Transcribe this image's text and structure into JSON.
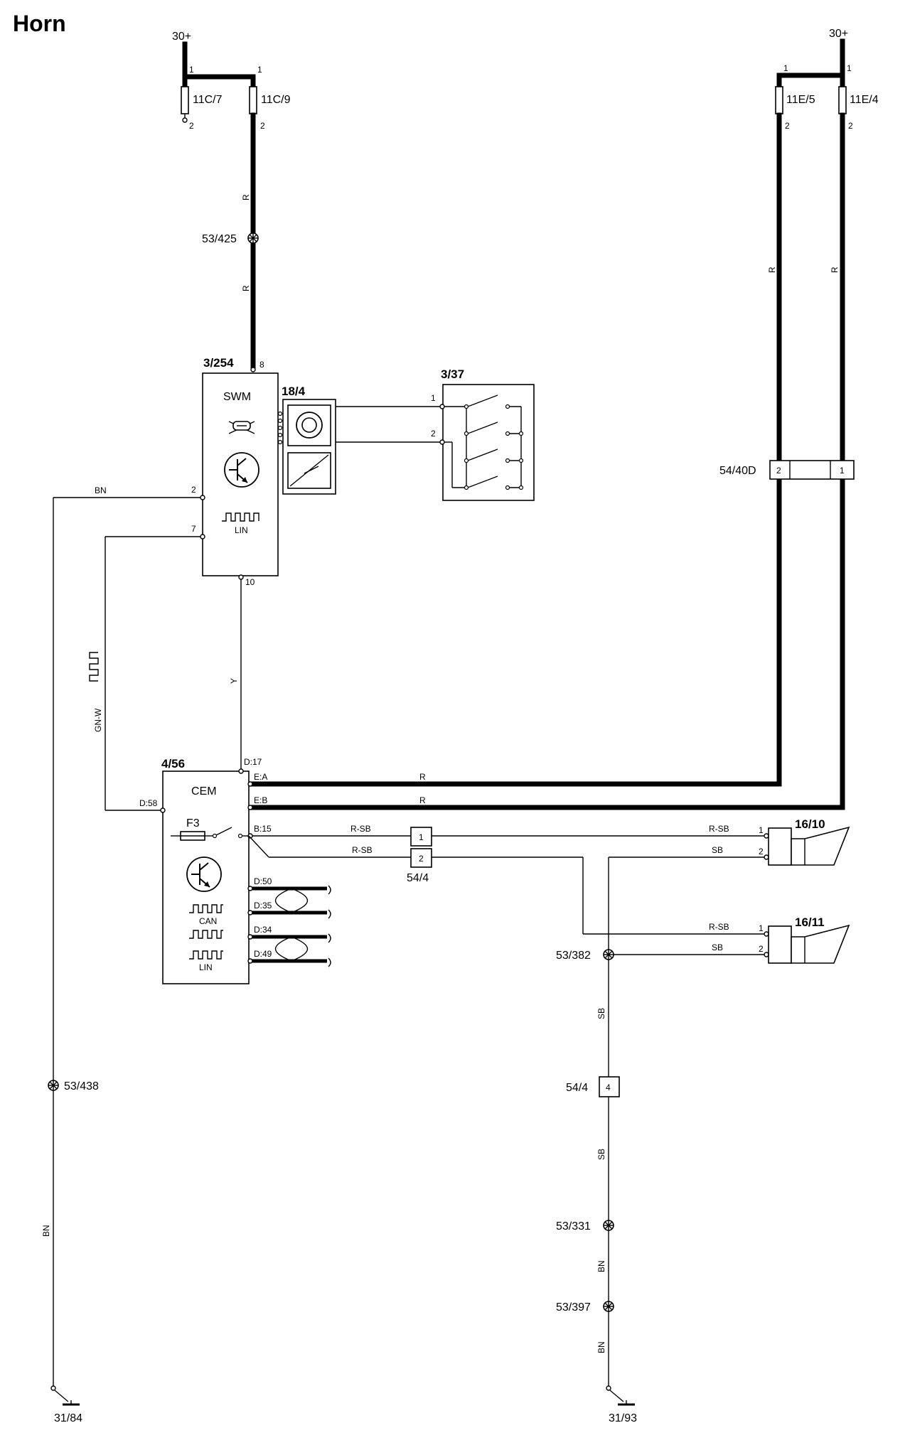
{
  "title": "Horn",
  "supply_labels": {
    "left": "30+",
    "right": "30+"
  },
  "fuses": {
    "f11c7": "11C/7",
    "f11c9": "11C/9",
    "f11e5": "11E/5",
    "f11e4": "11E/4"
  },
  "components": {
    "swm_id": "3/254",
    "swm_name": "SWM",
    "swm_lin": "LIN",
    "clock_spring": "18/4",
    "horn_switch": "3/37",
    "cem_id": "4/56",
    "cem_name": "CEM",
    "cem_fuse": "F3",
    "cem_can": "CAN",
    "cem_lin": "LIN",
    "horn1": "16/10",
    "horn2": "16/11"
  },
  "connectors": {
    "c5440d": "54/40D",
    "c544_top": "54/4",
    "c544_bottom": "54/4"
  },
  "splices": {
    "s53_425": "53/425",
    "s53_438": "53/438",
    "s53_382": "53/382",
    "s53_331": "53/331",
    "s53_397": "53/397"
  },
  "grounds": {
    "g31_84": "31/84",
    "g31_93": "31/93"
  },
  "wire_colors": {
    "red": "R",
    "brown": "BN",
    "yellow": "Y",
    "green_white": "GN-W",
    "red_black": "R-SB",
    "black": "SB"
  },
  "pins": {
    "one": "1",
    "two": "2",
    "four": "4",
    "seven": "7",
    "eight": "8",
    "ten": "10",
    "d17": "D:17",
    "d58": "D:58",
    "ea": "E:A",
    "eb": "E:B",
    "b15": "B:15",
    "d50": "D:50",
    "d35": "D:35",
    "d34": "D:34",
    "d49": "D:49"
  },
  "colors": {
    "line": "#000000",
    "background": "#ffffff"
  }
}
